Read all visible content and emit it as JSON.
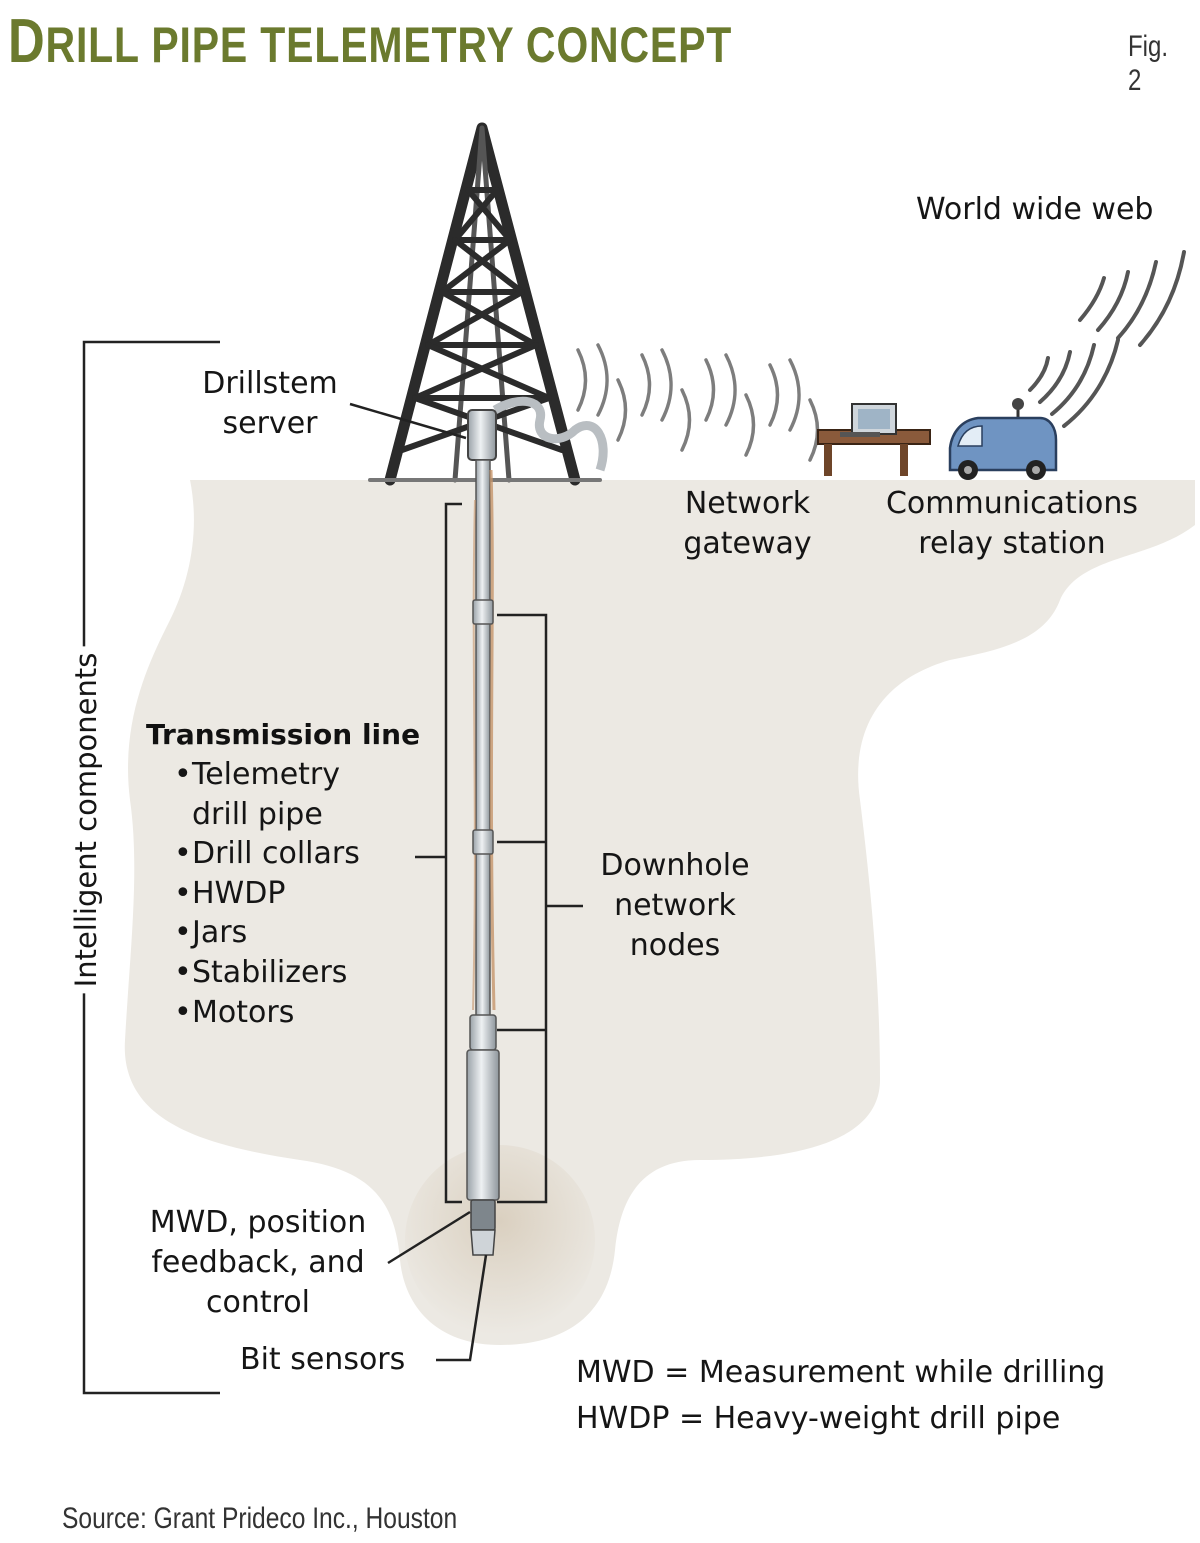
{
  "title": {
    "cap": "D",
    "rest": "RILL PIPE TELEMETRY CONCEPT"
  },
  "figure_label": "Fig. 2",
  "source": "Source: Grant Prideco Inc., Houston",
  "labels": {
    "world_wide_web": "World wide web",
    "drillstem_server": [
      "Drillstem",
      "server"
    ],
    "network_gateway": [
      "Network",
      "gateway"
    ],
    "comm_relay_station": [
      "Communications",
      "relay station"
    ],
    "intelligent_components": "Intelligent components",
    "downhole_nodes": [
      "Downhole",
      "network",
      "nodes"
    ],
    "mwd": [
      "MWD, position",
      "feedback, and",
      "control"
    ],
    "bit_sensors": "Bit sensors"
  },
  "transmission_line": {
    "title": "Transmission line",
    "items": [
      "Telemetry",
      "drill pipe",
      "Drill collars",
      "HWDP",
      "Jars",
      "Stabilizers",
      "Motors"
    ]
  },
  "legend": {
    "mwd": "MWD = Measurement while drilling",
    "hwdp": "HWDP = Heavy-weight drill pipe"
  },
  "colors": {
    "title": "#6b7a2e",
    "ground": "#ece9e3",
    "ground_deep": "#ddd4c6",
    "steel": "#2b2b2b",
    "pipe": "#d9dde0",
    "van": "#6f94c2",
    "table": "#8a5a3b"
  },
  "icons": [
    "derrick-icon",
    "wireless-waves-icon",
    "computer-desk-icon",
    "relay-van-icon",
    "drill-string-icon"
  ]
}
